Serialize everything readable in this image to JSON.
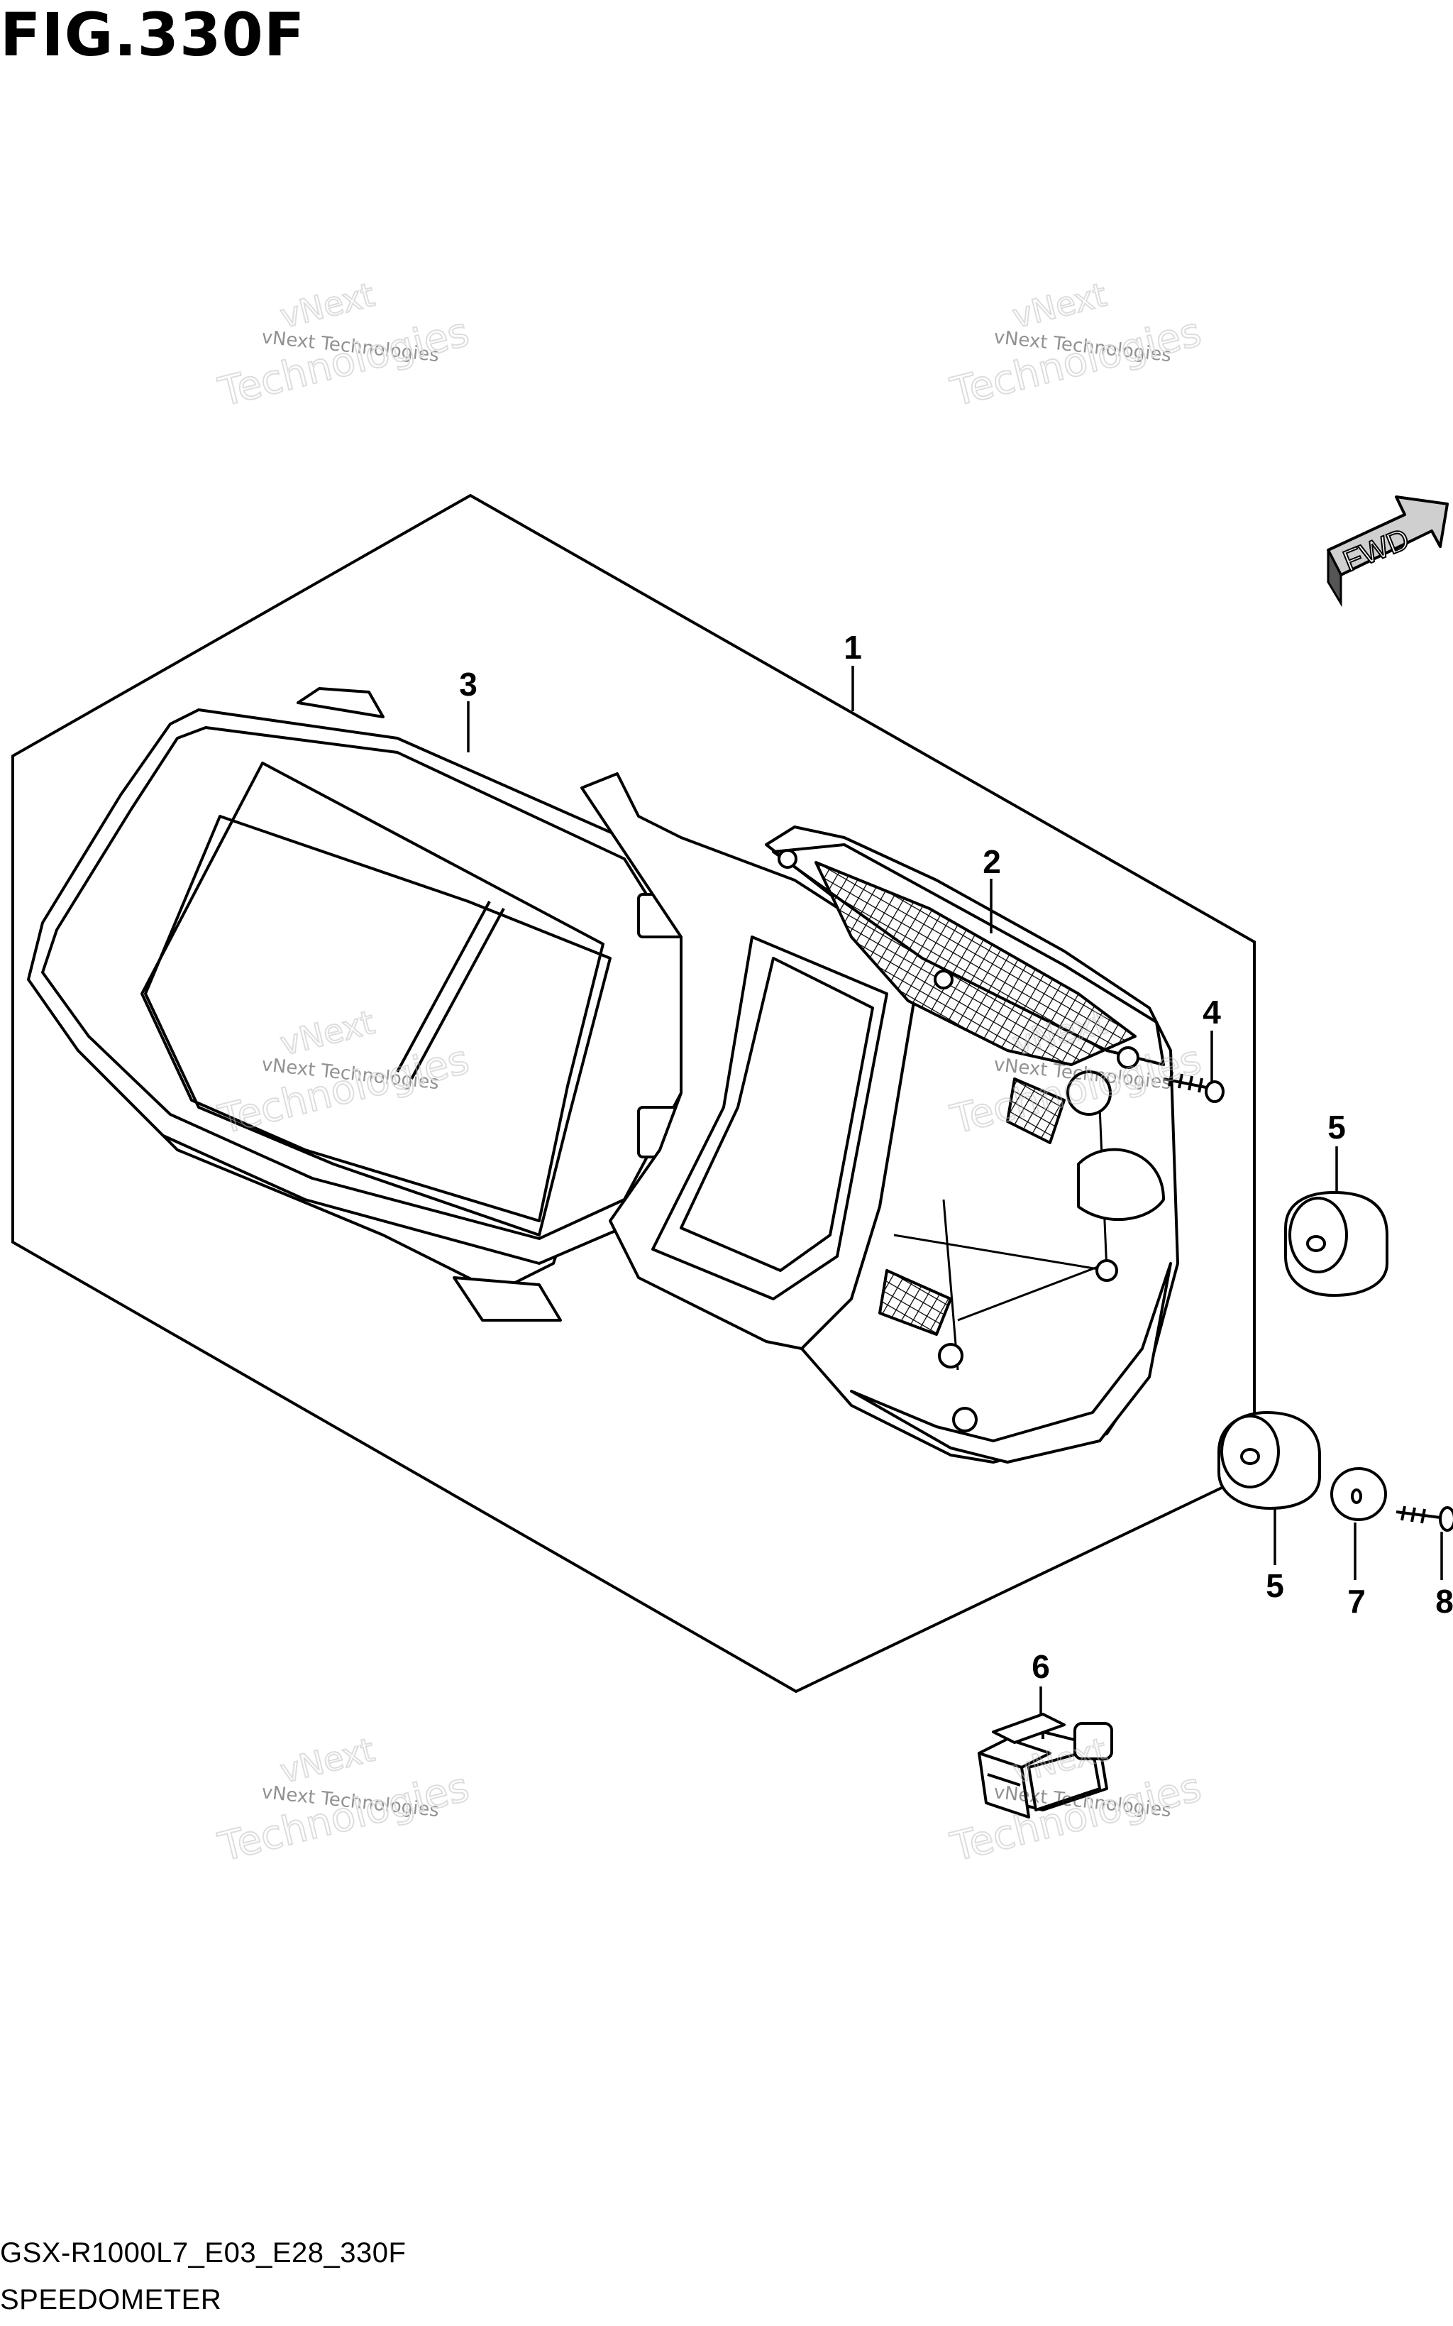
{
  "figure": {
    "title": "FIG.330F",
    "model_code": "GSX-R1000L7_E03_E28_330F",
    "section_name": "SPEEDOMETER"
  },
  "direction_indicator": {
    "label": "FWD",
    "icon": "fwd-arrow-icon"
  },
  "callouts": [
    {
      "id": "c1",
      "label": "1"
    },
    {
      "id": "c2",
      "label": "2"
    },
    {
      "id": "c3",
      "label": "3"
    },
    {
      "id": "c4",
      "label": "4"
    },
    {
      "id": "c5a",
      "label": "5"
    },
    {
      "id": "c5b",
      "label": "5"
    },
    {
      "id": "c6",
      "label": "6"
    },
    {
      "id": "c7",
      "label": "7"
    },
    {
      "id": "c8",
      "label": "8"
    }
  ],
  "watermark": {
    "line_small": "vNext Technologies",
    "line_big_1": "vNext",
    "line_big_2": "Technologies"
  }
}
